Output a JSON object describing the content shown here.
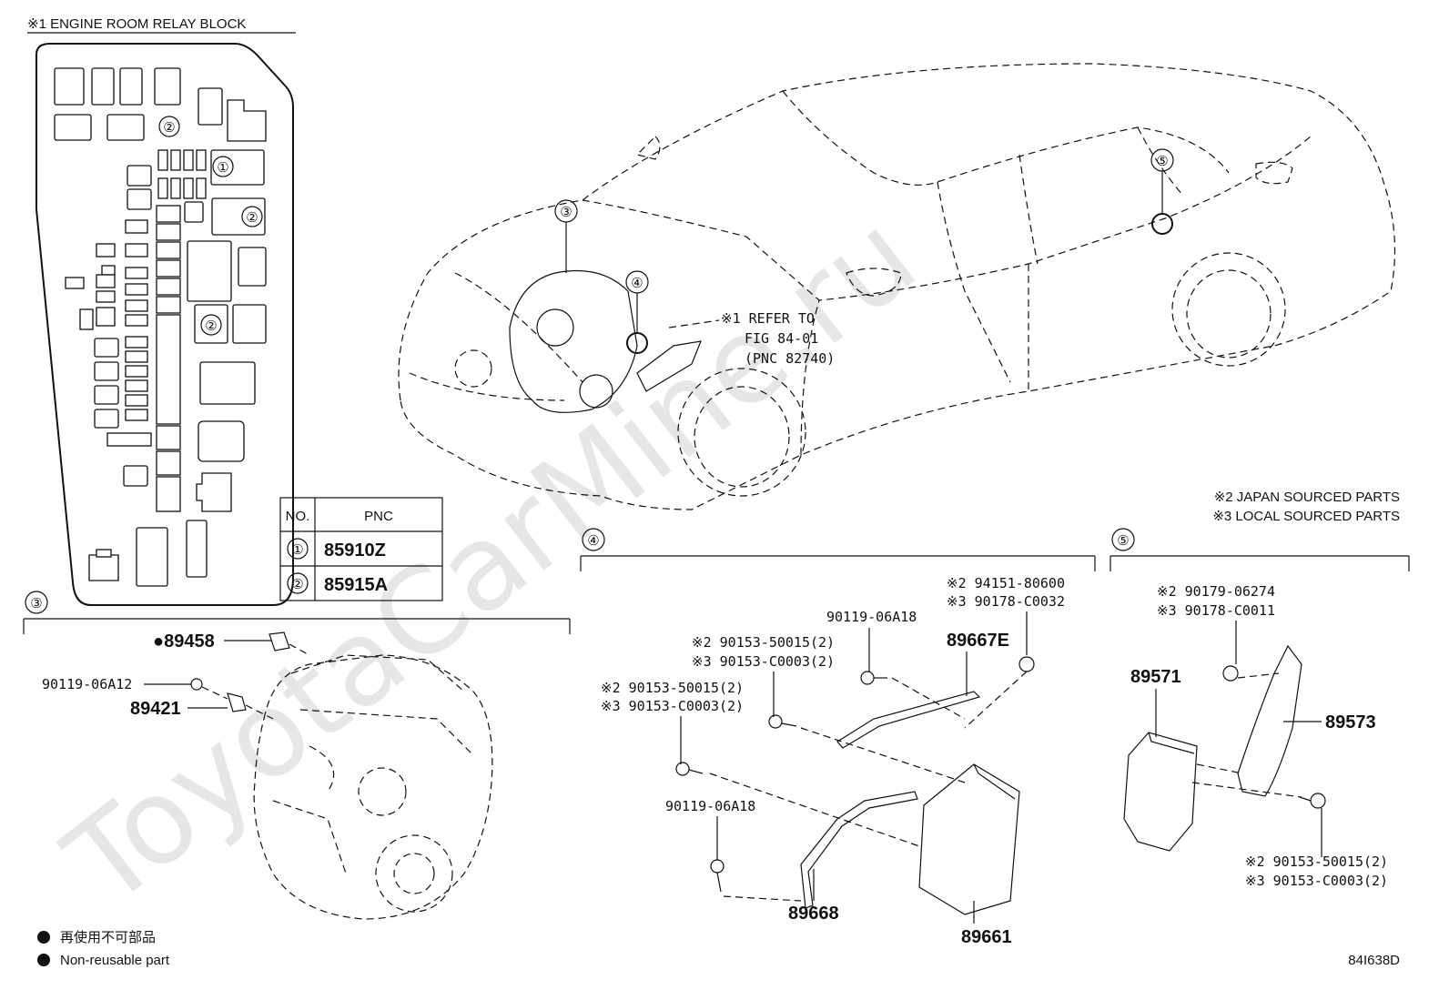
{
  "relay_block_title": "※1 ENGINE ROOM RELAY BLOCK",
  "table": {
    "headers": [
      "NO.",
      "PNC"
    ],
    "rows": [
      {
        "no": "①",
        "pnc": "85910Z"
      },
      {
        "no": "②",
        "pnc": "85915A"
      }
    ]
  },
  "callouts": {
    "c1": "①",
    "c2": "②",
    "c3": "③",
    "c4": "④",
    "c5": "⑤"
  },
  "refer": {
    "line1": "※1 REFER TO",
    "line2": "FIG 84-01",
    "line3": "(PNC 82740)"
  },
  "notes": {
    "japan": "※2 JAPAN SOURCED PARTS",
    "local": "※3 LOCAL SOURCED PARTS"
  },
  "parts": {
    "p89458": "●89458",
    "p90119_06A12": "90119-06A12",
    "p89421": "89421",
    "p90119_06A18_a": "90119-06A18",
    "p94151": "※2 94151-80600",
    "p90178_C0032": "※3 90178-C0032",
    "p89667E": "89667E",
    "p90153_a2": "※2 90153-50015(2)",
    "p90153_a3": "※3 90153-C0003(2)",
    "p90153_b2": "※2 90153-50015(2)",
    "p90153_b3": "※3 90153-C0003(2)",
    "p90119_06A18_b": "90119-06A18",
    "p89668": "89668",
    "p89661": "89661",
    "p90179": "※2 90179-06274",
    "p90178_C0011": "※3 90178-C0011",
    "p89571": "89571",
    "p89573": "89573",
    "p90153_c2": "※2 90153-50015(2)",
    "p90153_c3": "※3 90153-C0003(2)"
  },
  "legend": {
    "jp": "再使用不可部品",
    "en": "Non-reusable part"
  },
  "figure_id": "84I638D",
  "watermark": "ToyotaCarMine.ru"
}
